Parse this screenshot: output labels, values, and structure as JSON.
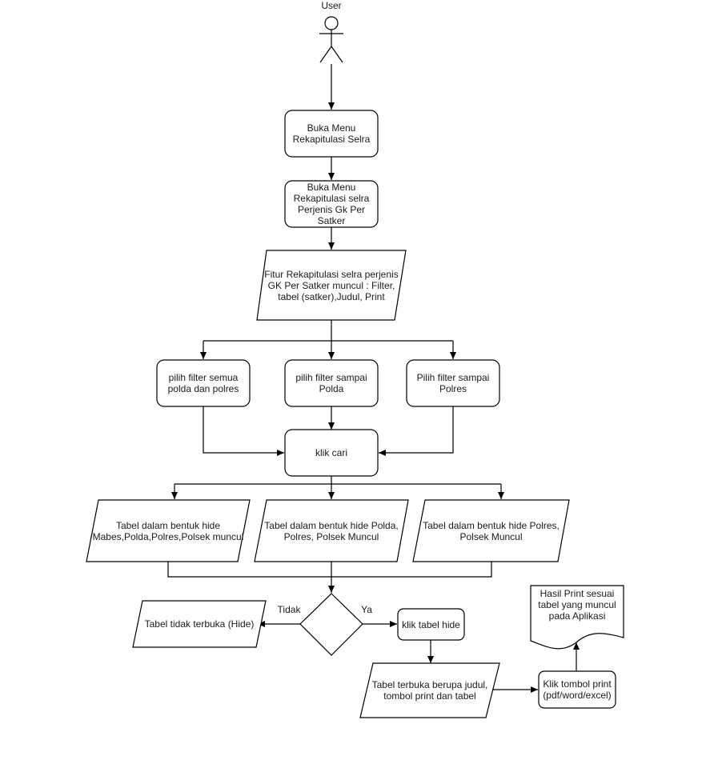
{
  "actor": {
    "label": "User"
  },
  "nodes": {
    "buka_menu": "Buka Menu\nRekapitulasi Selra",
    "buka_menu_perjenis": "Buka Menu\nRekapitulasi selra\nPerjenis Gk Per\nSatker",
    "fitur": "Fitur Rekapitulasi selra perjenis\nGK Per Satker muncul : Filter,\ntabel (satker),Judul, Print",
    "filter_semua": "pilih filter semua\npolda dan polres",
    "filter_polda": "pilih filter sampai\nPolda",
    "filter_polres": "Pilih filter sampai\nPolres",
    "klik_cari": "klik cari",
    "tabel_mabes": "Tabel dalam bentuk hide\nMabes,Polda,Polres,Polsek muncul",
    "tabel_polda": "Tabel dalam bentuk hide Polda,\nPolres, Polsek Muncul",
    "tabel_polres": "Tabel dalam bentuk hide Polres,\nPolsek Muncul",
    "tabel_tidak_terbuka": "Tabel tidak terbuka (Hide)",
    "klik_tabel_hide": "klik tabel hide",
    "tabel_terbuka": "Tabel terbuka berupa judul,\ntombol print dan tabel",
    "klik_tombol_print": "Klik tombol print\n(pdf/word/excel)",
    "hasil_print": "Hasil Print sesuai\ntabel yang muncul\npada Aplikasi"
  },
  "edge_labels": {
    "no": "Tidak",
    "yes": "Ya"
  }
}
